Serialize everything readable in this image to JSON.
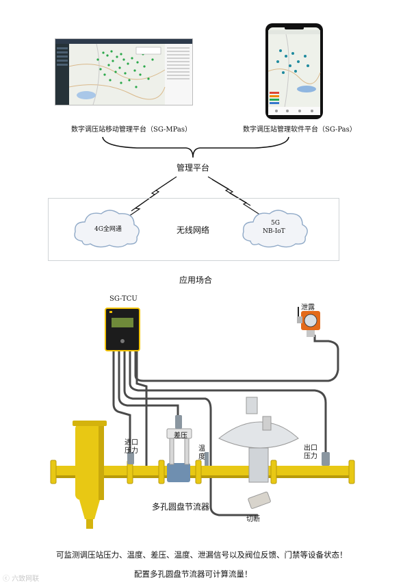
{
  "top": {
    "web_platform_label": "数字调压站移动管理平台（SG-MPas）",
    "app_platform_label": "数字调压站管理软件平台（SG-Pas）",
    "management_label": "管理平台"
  },
  "network": {
    "title": "无线网络",
    "cloud_left": "4G全网通",
    "cloud_right_line1": "5G",
    "cloud_right_line2": "NB-IoT"
  },
  "scene_label": "应用场合",
  "device": {
    "tcu_label": "SG-TCU",
    "leak_label": "泄露",
    "inlet_label_1": "进口",
    "inlet_label_2": "压力",
    "diff_pressure": "差压",
    "temp_label_1": "温",
    "temp_label_2": "度",
    "outlet_label_1": "出口",
    "outlet_label_2": "压力",
    "flowmeter": "多孔圆盘节流器",
    "shutoff": "切断"
  },
  "captions": {
    "line1": "可监测调压站压力、温度、差压、温度、泄漏信号以及阀位反馈、门禁等设备状态！",
    "line2": "配置多孔圆盘节流器可计算流量！"
  },
  "watermark": "六致网联",
  "colors": {
    "pipe_yellow": "#e8c814",
    "pipe_shadow": "#b89a0a",
    "cable": "#4a4a4a",
    "cloud_fill": "#f2f4f8",
    "tcu_body": "#1c1c1c",
    "tcu_accent": "#f3c300"
  }
}
